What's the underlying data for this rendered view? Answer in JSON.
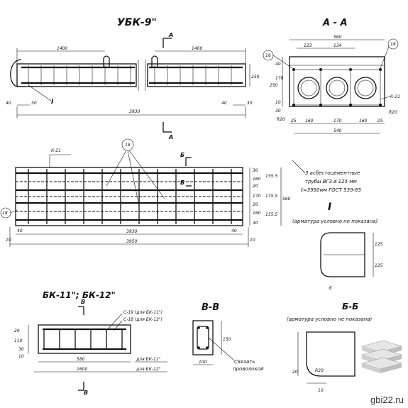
{
  "titles": {
    "main": "УБК-9\"",
    "section_aa": "А - А",
    "bk": "БК-11\"; БК-12\"",
    "section_vv": "В-В",
    "section_bb": "Б-Б",
    "detail_i": "I"
  },
  "markers": {
    "a": "А",
    "b": "Б",
    "v": "В",
    "i_label": "I",
    "k21_top": "К-21",
    "k21_side": "К-21"
  },
  "balloons": [
    "18",
    "16",
    "18",
    "18"
  ],
  "dims_elevation": {
    "len_1400_left": "1400",
    "len_1400_right": "1400",
    "total": "3930",
    "height": "250",
    "left_40": "40",
    "left_30": "30",
    "right_40": "40",
    "right_30": "30"
  },
  "dims_plan": {
    "total_3930": "3930",
    "total_3950": "3950",
    "right_560": "560",
    "left_40": "40",
    "right_40": "40",
    "left_10": "10",
    "right_10": "10",
    "stack": [
      "30",
      "160",
      "20",
      "170",
      "20",
      "160",
      "30"
    ],
    "stack_labels": [
      "155.5",
      "175.5",
      "155.5"
    ]
  },
  "dims_aa": {
    "top_560": "560",
    "w_123": "123",
    "w_134": "134",
    "bottom_540": "540",
    "b_25a": "25",
    "b_160a": "160",
    "b_170": "170",
    "b_160b": "160",
    "b_25b": "25",
    "h_250": "250",
    "h_170": "170",
    "h_40": "40",
    "h_10": "10",
    "h_30": "30",
    "r20a": "R20",
    "r20b": "R20"
  },
  "pipe_note": {
    "line1": "3 асбестоцементные",
    "line2": "трубы  ВГЗ  ø 125 мм",
    "line3": "ℓ=3950мм   ГОСТ 539-65"
  },
  "detail_note": "(арматура условно не показана)",
  "detail_dims": [
    "125",
    "125",
    "б"
  ],
  "bk_labels": {
    "c19": "С-19 (для БК-11\")",
    "c18": "С-18 (для БК-12\")",
    "len_580": "580",
    "len_1600": "1600",
    "for11": "для  БК-11\"",
    "for12": "для  БК-12\"",
    "h_110": "110",
    "h_30": "30",
    "h_20": "20",
    "h_10": "10"
  },
  "vv_labels": {
    "w_100": "100",
    "h_150": "150",
    "tie_note_1": "Связать",
    "tie_note_2": "проволокой"
  },
  "bb_note": "(арматура условно не показана)",
  "bb_labels": {
    "r20": "R20",
    "d10": "10",
    "d20": "20"
  },
  "watermark": "gbi22.ru"
}
